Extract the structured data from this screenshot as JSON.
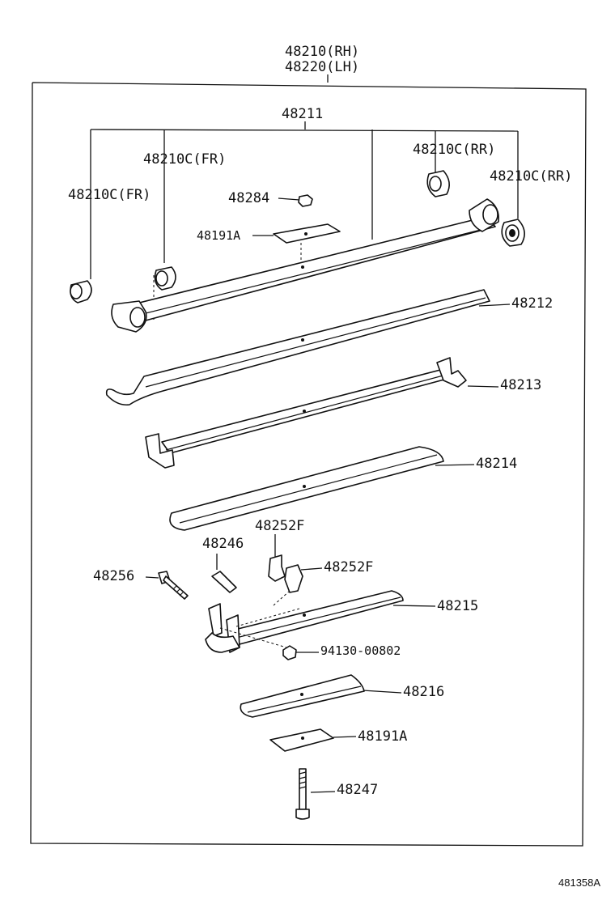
{
  "assembly": {
    "label_rh": "48210(RH)",
    "label_lh": "48220(LH)"
  },
  "labels": {
    "main_leaf": "48211",
    "bushing_fr_1": "48210C(FR)",
    "bushing_fr_2": "48210C(FR)",
    "bushing_rr_1": "48210C(RR)",
    "bushing_rr_2": "48210C(RR)",
    "nut_top": "48284",
    "pad_top": "48191A",
    "leaf_2": "48212",
    "leaf_3": "48213",
    "leaf_4": "48214",
    "clip_1": "48252F",
    "clip_2": "48252F",
    "pin": "48246",
    "bolt": "48256",
    "leaf_5": "48215",
    "nut_bolt": "94130-00802",
    "leaf_6": "48216",
    "pad_bottom": "48191A",
    "center_bolt": "48247"
  },
  "figure_id": "481358A"
}
